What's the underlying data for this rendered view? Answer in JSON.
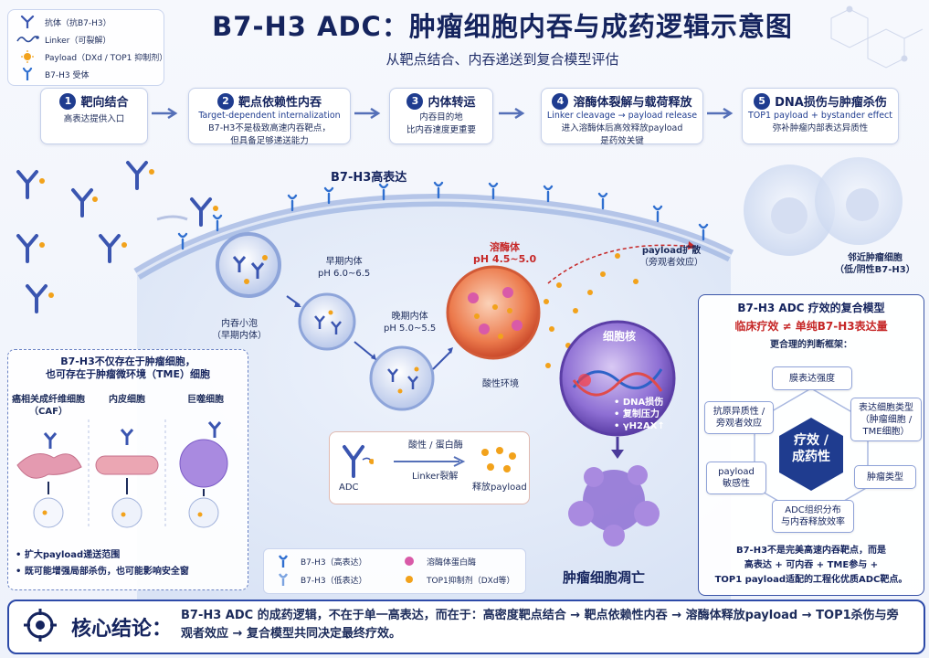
{
  "title": "B7-H3 ADC：肿瘤细胞内吞与成药逻辑示意图",
  "subtitle": "从靶点结合、内吞递送到复合模型评估",
  "legend_top": {
    "items": [
      {
        "label": "抗体（抗B7-H3）",
        "icon": "antibody-icon"
      },
      {
        "label": "Linker（可裂解）",
        "icon": "linker-icon"
      },
      {
        "label": "Payload（DXd / TOP1 抑制剂）",
        "icon": "payload-icon"
      },
      {
        "label": "B7-H3 受体",
        "icon": "receptor-icon"
      }
    ]
  },
  "steps": [
    {
      "num": "1",
      "title": "靶向结合",
      "lines": [
        "高表达提供入口"
      ]
    },
    {
      "num": "2",
      "title": "靶点依赖性内吞",
      "en": "Target-dependent internalization",
      "lines": [
        "B7-H3不是极致高速内吞靶点，",
        "但具备足够递送能力"
      ]
    },
    {
      "num": "3",
      "title": "内体转运",
      "lines": [
        "内吞目的地",
        "比内吞速度更重要"
      ]
    },
    {
      "num": "4",
      "title": "溶酶体裂解与载荷释放",
      "en": "Linker cleavage → payload release",
      "lines": [
        "进入溶酶体后高效释放payload",
        "是药效关键"
      ]
    },
    {
      "num": "5",
      "title": "DNA损伤与肿瘤杀伤",
      "en": "TOP1 payload + bystander effect",
      "lines": [
        "弥补肿瘤内部表达异质性"
      ]
    }
  ],
  "cell": {
    "high_expression": "B7-H3高表达",
    "vesicle": "内吞小泡",
    "vesicle_sub": "（早期内体）",
    "early_endosome": "早期内体",
    "early_ph": "pH 6.0~6.5",
    "late_endosome": "晚期内体",
    "late_ph": "pH 5.0~5.5",
    "lysosome": "溶酶体",
    "lysosome_ph": "pH 4.5~5.0",
    "acidic_env": "酸性环境",
    "payload_diffusion": "payload扩散",
    "payload_diffusion_sub": "（旁观者效应）",
    "neighbor": "邻近肿瘤细胞",
    "neighbor_sub": "（低/阴性B7-H3）",
    "nucleus": "细胞核",
    "nucleus_effects": [
      "• DNA损伤",
      "• 复制压力",
      "• γH2AX↑"
    ],
    "apoptosis": "肿瘤细胞凋亡"
  },
  "bystander_box": {
    "adc": "ADC",
    "acid": "酸性 / 蛋白酶",
    "linker": "Linker裂解",
    "release": "释放payload"
  },
  "tme_panel": {
    "title_line1": "B7-H3不仅存在于肿瘤细胞，",
    "title_line2": "也可存在于肿瘤微环境（TME）细胞",
    "cols": [
      {
        "name": "癌相关成纤维细胞",
        "sub": "（CAF）"
      },
      {
        "name": "内皮细胞",
        "sub": ""
      },
      {
        "name": "巨噬细胞",
        "sub": ""
      }
    ],
    "bullets": [
      "• 扩大payload递送范围",
      "• 既可能增强局部杀伤，也可能影响安全窗"
    ]
  },
  "legend_bottom": {
    "items": [
      {
        "label": "B7-H3（高表达）"
      },
      {
        "label": "溶酶体蛋白酶"
      },
      {
        "label": "B7-H3（低表达）"
      },
      {
        "label": "TOP1抑制剂（DXd等）"
      }
    ]
  },
  "model_panel": {
    "title": "B7-H3 ADC 疗效的复合模型",
    "subtitle": "临床疗效 ≠ 单纯B7-H3表达量",
    "framework": "更合理的判断框架：",
    "center_line1": "疗效 /",
    "center_line2": "成药性",
    "nodes": [
      {
        "l1": "膜表达强度",
        "l2": ""
      },
      {
        "l1": "表达细胞类型",
        "l2": "（肿瘤细胞 /",
        "l3": "TME细胞）"
      },
      {
        "l1": "肿瘤类型",
        "l2": ""
      },
      {
        "l1": "ADC组织分布",
        "l2": "与内吞释放效率"
      },
      {
        "l1": "payload",
        "l2": "敏感性"
      },
      {
        "l1": "抗原异质性 /",
        "l2": "旁观者效应"
      }
    ],
    "footer": [
      "B7-H3不是完美高速内吞靶点，而是",
      "高表达 + 可内吞 + TME参与 +",
      "TOP1 payload适配的工程化优质ADC靶点。"
    ]
  },
  "conclusion": {
    "label": "核心结论：",
    "text": "B7-H3  ADC  的成药逻辑，不在于单一高表达，而在于：高密度靶点结合 → 靶点依赖性内吞 → 溶酶体释放payload → TOP1杀伤与旁观者效应 → 复合模型共同决定最终疗效。"
  },
  "colors": {
    "navy": "#15245e",
    "accent": "#1f3c8f",
    "red": "#c62828",
    "lysosome": "#e7603c",
    "nucleus": "#7b5bc7"
  }
}
